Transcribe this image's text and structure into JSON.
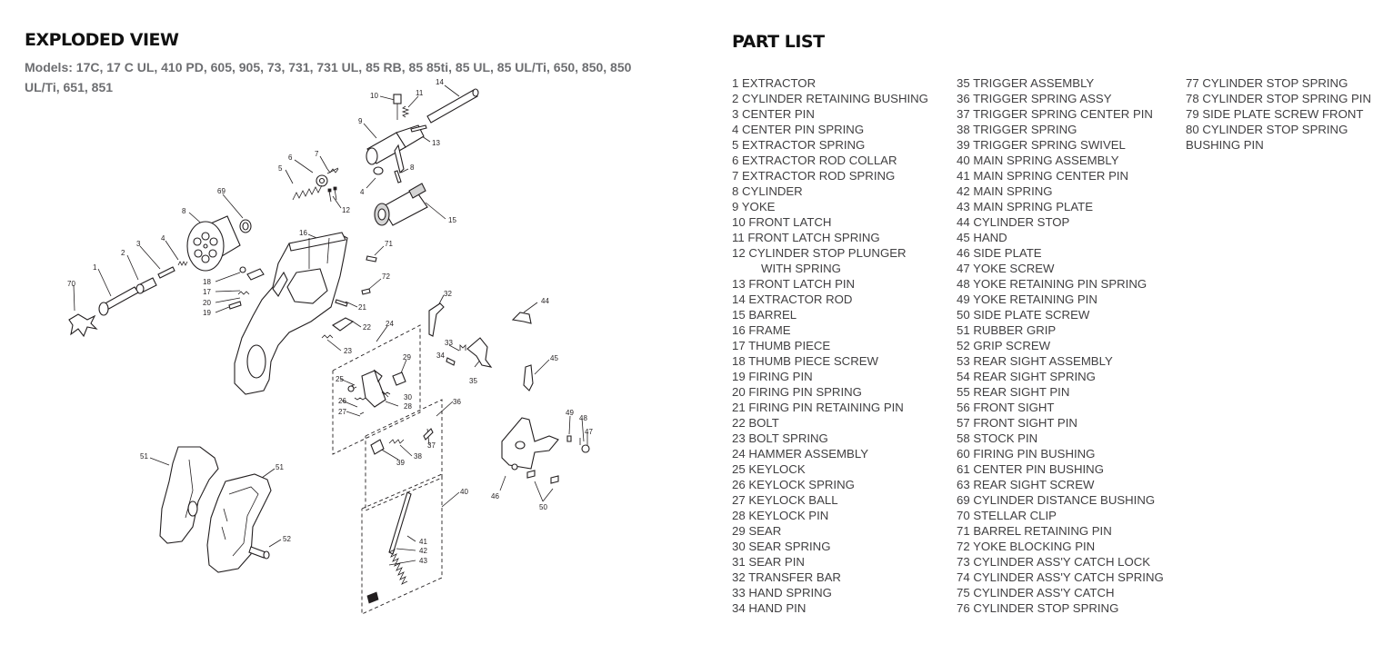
{
  "header": {
    "title": "EXPLODED VIEW",
    "models": "Models: 17C, 17 C UL, 410 PD, 605, 905, 73, 731, 731 UL, 85 RB, 85 85ti, 85 UL, 85 UL/Ti, 650, 850, 850 UL/Ti, 651, 851"
  },
  "parts": {
    "title": "PART LIST",
    "columns": [
      [
        "1 EXTRACTOR",
        "2 CYLINDER RETAINING BUSHING",
        "3 CENTER PIN",
        "4 CENTER PIN SPRING",
        "5 EXTRACTOR SPRING",
        "6 EXTRACTOR ROD COLLAR",
        "7 EXTRACTOR ROD SPRING",
        "8 CYLINDER",
        "9 YOKE",
        "10 FRONT LATCH",
        "11 FRONT LATCH SPRING",
        "12 CYLINDER STOP PLUNGER",
        "WITH SPRING",
        "13 FRONT LATCH PIN",
        "14 EXTRACTOR ROD",
        "15 BARREL",
        "16 FRAME",
        "17 THUMB PIECE",
        "18 THUMB PIECE SCREW",
        "19 FIRING PIN",
        "20 FIRING PIN SPRING",
        "21 FIRING PIN RETAINING PIN",
        "22 BOLT",
        "23 BOLT SPRING",
        "24 HAMMER ASSEMBLY",
        "25 KEYLOCK",
        "26 KEYLOCK SPRING",
        "27 KEYLOCK BALL",
        "28 KEYLOCK PIN",
        "29 SEAR",
        "30 SEAR SPRING",
        "31 SEAR PIN",
        "32 TRANSFER BAR",
        "33 HAND SPRING",
        "34 HAND PIN"
      ],
      [
        "35 TRIGGER ASSEMBLY",
        "36 TRIGGER SPRING ASSY",
        "37 TRIGGER SPRING CENTER PIN",
        "38 TRIGGER SPRING",
        "39 TRIGGER SPRING SWIVEL",
        "40 MAIN SPRING ASSEMBLY",
        "41 MAIN SPRING CENTER PIN",
        "42 MAIN SPRING",
        "43 MAIN SPRING PLATE",
        "44 CYLINDER STOP",
        "45 HAND",
        "46 SIDE PLATE",
        "47 YOKE SCREW",
        "48 YOKE RETAINING PIN SPRING",
        "49 YOKE RETAINING PIN",
        "50 SIDE PLATE SCREW",
        "51 RUBBER GRIP",
        "52 GRIP SCREW",
        "53 REAR SIGHT ASSEMBLY",
        "54 REAR SIGHT SPRING",
        "55 REAR SIGHT PIN",
        "56 FRONT SIGHT",
        "57 FRONT SIGHT PIN",
        "58 STOCK PIN",
        "60 FIRING PIN BUSHING",
        "61 CENTER PIN BUSHING",
        "63 REAR SIGHT SCREW",
        "69 CYLINDER DISTANCE BUSHING",
        "70 STELLAR CLIP",
        "71 BARREL RETAINING PIN",
        "72 YOKE BLOCKING PIN",
        "73 CYLINDER ASS'Y CATCH LOCK",
        "74 CYLINDER ASS'Y CATCH SPRING",
        "75 CYLINDER ASS'Y CATCH",
        "76 CYLINDER STOP SPRING"
      ],
      [
        "77 CYLINDER STOP SPRING",
        "78 CYLINDER STOP SPRING PIN",
        "79 SIDE PLATE SCREW FRONT",
        "80 CYLINDER STOP SPRING",
        "BUSHING PIN"
      ]
    ]
  },
  "callouts": {
    "c1": "1",
    "c2": "2",
    "c3": "3",
    "c4a": "4",
    "c4b": "4",
    "c5": "5",
    "c6": "6",
    "c7": "7",
    "c8a": "8",
    "c8b": "8",
    "c9": "9",
    "c10": "10",
    "c11": "11",
    "c12": "12",
    "c13": "13",
    "c14": "14",
    "c15": "15",
    "c16": "16",
    "c17": "17",
    "c18": "18",
    "c19": "19",
    "c20": "20",
    "c21": "21",
    "c22": "22",
    "c23": "23",
    "c24": "24",
    "c25": "25",
    "c26": "26",
    "c27": "27",
    "c28": "28",
    "c29": "29",
    "c30": "30",
    "c32": "32",
    "c33": "33",
    "c34": "34",
    "c35": "35",
    "c36": "36",
    "c37": "37",
    "c38": "38",
    "c39": "39",
    "c40": "40",
    "c41": "41",
    "c42": "42",
    "c43": "43",
    "c44": "44",
    "c45": "45",
    "c46": "46",
    "c47": "47",
    "c48": "48",
    "c49": "49",
    "c50": "50",
    "c51a": "51",
    "c51b": "51",
    "c52": "52",
    "c69": "69",
    "c70": "70",
    "c71": "71",
    "c72": "72"
  }
}
